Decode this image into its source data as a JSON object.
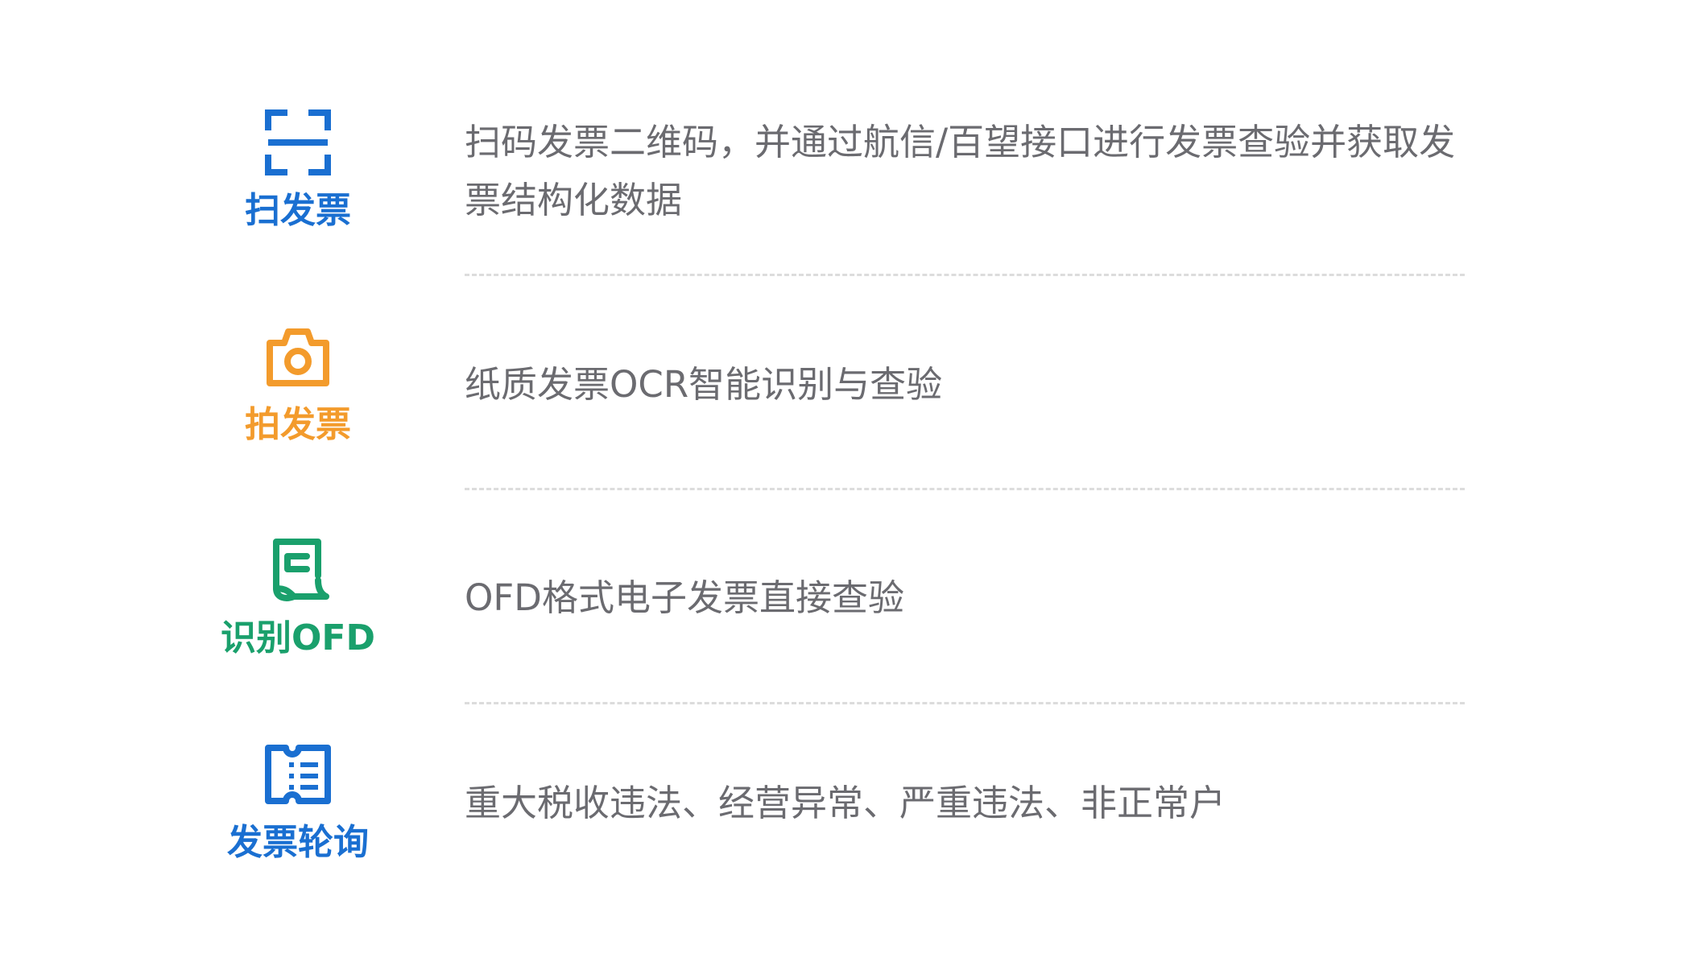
{
  "colors": {
    "blue": "#1a6fd1",
    "orange": "#f39b2c",
    "green": "#1aa06c",
    "text": "#6b6b70",
    "divider": "#dcdcdc"
  },
  "features": [
    {
      "icon": "scan-icon",
      "label": "扫发票",
      "color": "#1a6fd1",
      "description": "扫码发票二维码，并通过航信/百望接口进行发票查验并获取发票结构化数据"
    },
    {
      "icon": "camera-icon",
      "label": "拍发票",
      "color": "#f39b2c",
      "description": "纸质发票OCR智能识别与查验"
    },
    {
      "icon": "document-icon",
      "label": "识别OFD",
      "color": "#1aa06c",
      "description": "OFD格式电子发票直接查验"
    },
    {
      "icon": "ticket-list-icon",
      "label": "发票轮询",
      "color": "#1a6fd1",
      "description": "重大税收违法、经营异常、严重违法、非正常户"
    }
  ]
}
